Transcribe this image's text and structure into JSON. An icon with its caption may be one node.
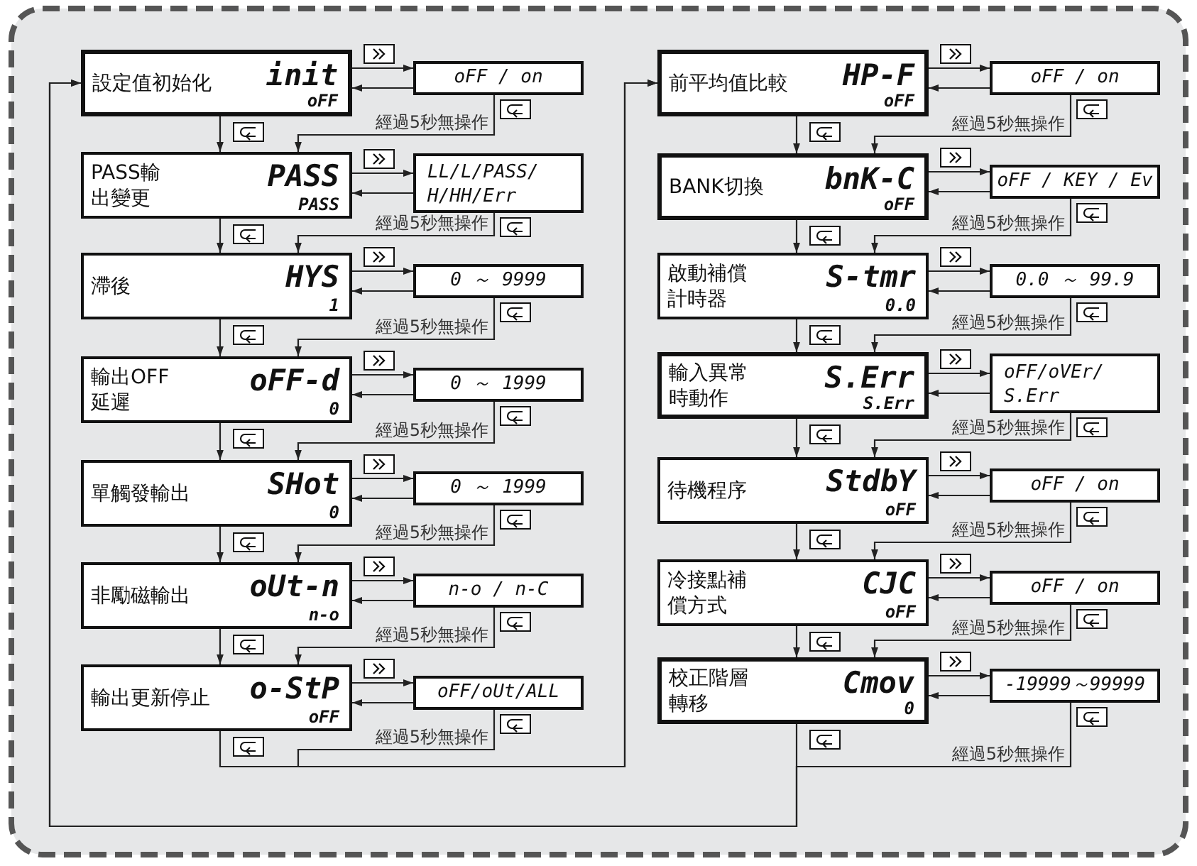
{
  "diagram": {
    "nodes": [
      {
        "text": [
          "設定值初始化",
          "init",
          "oFF"
        ]
      },
      {
        "text": [
          "oFF / on"
        ]
      },
      {
        "text": [
          "PASS輸出變更",
          "PASS",
          "PASS"
        ]
      },
      {
        "text": [
          "LL/L/PASS/H/HH/Err"
        ]
      },
      {
        "text": [
          "滯後",
          "HYS",
          "1"
        ]
      },
      {
        "text": [
          "0 ～ 9999"
        ]
      },
      {
        "text": [
          "輸出OFF延遲",
          "oFF-d",
          "0"
        ]
      },
      {
        "text": [
          "0 ～ 1999"
        ]
      },
      {
        "text": [
          "單觸發輸出",
          "SHot",
          "0"
        ]
      },
      {
        "text": [
          "0 ～ 1999"
        ]
      },
      {
        "text": [
          "非勵磁輸出",
          "oUt-n",
          "n-o"
        ]
      },
      {
        "text": [
          "n-o / n-C"
        ]
      },
      {
        "text": [
          "輸出更新停止",
          "o-StP",
          "oFF"
        ]
      },
      {
        "text": [
          "oFF/oUt/ALL"
        ]
      },
      {
        "text": [
          "前平均值比較",
          "HP-F",
          "oFF"
        ]
      },
      {
        "text": [
          "oFF / on"
        ]
      },
      {
        "text": [
          "BANK切換",
          "bnK-C",
          "oFF"
        ]
      },
      {
        "text": [
          "oFF / KEY / Ev"
        ]
      },
      {
        "text": [
          "啟動補償計時器",
          "S-tmr",
          "0.0"
        ]
      },
      {
        "text": [
          "0.0 ～ 99.9"
        ]
      },
      {
        "text": [
          "輸入異常時動作",
          "S.Err",
          "S.Err"
        ]
      },
      {
        "text": [
          "oFF/oVEr/S.Err"
        ]
      },
      {
        "text": [
          "待機程序",
          "StdbY",
          "oFF"
        ]
      },
      {
        "text": [
          "oFF / on"
        ]
      },
      {
        "text": [
          "冷接點補償方式",
          "CJC",
          "oFF"
        ]
      },
      {
        "text": [
          "oFF / on"
        ]
      },
      {
        "text": [
          "校正階層轉移",
          "Cmov",
          "0"
        ]
      },
      {
        "text": [
          "-19999～99999"
        ]
      }
    ],
    "edges": [
      {
        "from": 0,
        "to": 1,
        "arrow": "to"
      },
      {
        "from": 1,
        "to": 0,
        "arrow": "to"
      },
      {
        "from": 0,
        "to": 2,
        "arrow": "to"
      },
      {
        "from": 1,
        "to": 2,
        "arrow": "to",
        "label": "經過5秒無操作"
      },
      {
        "from": 2,
        "to": 3,
        "arrow": "to"
      },
      {
        "from": 3,
        "to": 2,
        "arrow": "to"
      },
      {
        "from": 2,
        "to": 4,
        "arrow": "to"
      },
      {
        "from": 3,
        "to": 4,
        "arrow": "to",
        "label": "經過5秒無操作"
      },
      {
        "from": 4,
        "to": 5,
        "arrow": "to"
      },
      {
        "from": 5,
        "to": 4,
        "arrow": "to"
      },
      {
        "from": 4,
        "to": 6,
        "arrow": "to"
      },
      {
        "from": 5,
        "to": 6,
        "arrow": "to",
        "label": "經過5秒無操作"
      },
      {
        "from": 6,
        "to": 7,
        "arrow": "to"
      },
      {
        "from": 7,
        "to": 6,
        "arrow": "to"
      },
      {
        "from": 6,
        "to": 8,
        "arrow": "to"
      },
      {
        "from": 7,
        "to": 8,
        "arrow": "to",
        "label": "經過5秒無操作"
      },
      {
        "from": 8,
        "to": 9,
        "arrow": "to"
      },
      {
        "from": 9,
        "to": 8,
        "arrow": "to"
      },
      {
        "from": 8,
        "to": 10,
        "arrow": "to"
      },
      {
        "from": 9,
        "to": 10,
        "arrow": "to",
        "label": "經過5秒無操作"
      },
      {
        "from": 10,
        "to": 11,
        "arrow": "to"
      },
      {
        "from": 11,
        "to": 10,
        "arrow": "to"
      },
      {
        "from": 10,
        "to": 12,
        "arrow": "to"
      },
      {
        "from": 11,
        "to": 12,
        "arrow": "to",
        "label": "經過5秒無操作"
      },
      {
        "from": 12,
        "to": 13,
        "arrow": "to"
      },
      {
        "from": 13,
        "to": 12,
        "arrow": "to"
      },
      {
        "from": 12,
        "to": 14,
        "arrow": "to"
      },
      {
        "from": 13,
        "to": 14,
        "arrow": "to",
        "label": "經過5秒無操作"
      },
      {
        "from": 14,
        "to": 15,
        "arrow": "to"
      },
      {
        "from": 15,
        "to": 14,
        "arrow": "to"
      },
      {
        "from": 14,
        "to": 16,
        "arrow": "to"
      },
      {
        "from": 15,
        "to": 16,
        "arrow": "to",
        "label": "經過5秒無操作"
      },
      {
        "from": 16,
        "to": 17,
        "arrow": "to"
      },
      {
        "from": 17,
        "to": 16,
        "arrow": "to"
      },
      {
        "from": 16,
        "to": 18,
        "arrow": "to"
      },
      {
        "from": 17,
        "to": 18,
        "arrow": "to",
        "label": "經過5秒無操作"
      },
      {
        "from": 18,
        "to": 19,
        "arrow": "to"
      },
      {
        "from": 19,
        "to": 18,
        "arrow": "to"
      },
      {
        "from": 18,
        "to": 20,
        "arrow": "to"
      },
      {
        "from": 19,
        "to": 20,
        "arrow": "to",
        "label": "經過5秒無操作"
      },
      {
        "from": 20,
        "to": 21,
        "arrow": "to"
      },
      {
        "from": 21,
        "to": 20,
        "arrow": "to"
      },
      {
        "from": 20,
        "to": 22,
        "arrow": "to"
      },
      {
        "from": 21,
        "to": 22,
        "arrow": "to",
        "label": "經過5秒無操作"
      },
      {
        "from": 22,
        "to": 23,
        "arrow": "to"
      },
      {
        "from": 23,
        "to": 22,
        "arrow": "to"
      },
      {
        "from": 22,
        "to": 24,
        "arrow": "to"
      },
      {
        "from": 23,
        "to": 24,
        "arrow": "to",
        "label": "經過5秒無操作"
      },
      {
        "from": 24,
        "to": 25,
        "arrow": "to"
      },
      {
        "from": 25,
        "to": 24,
        "arrow": "to"
      },
      {
        "from": 24,
        "to": 26,
        "arrow": "to"
      },
      {
        "from": 25,
        "to": 26,
        "arrow": "to",
        "label": "經過5秒無操作"
      },
      {
        "from": 26,
        "to": 27,
        "arrow": "to"
      },
      {
        "from": 27,
        "to": 26,
        "arrow": "to"
      },
      {
        "from": 26,
        "to": 0,
        "arrow": "to"
      },
      {
        "from": 27,
        "to": 0,
        "arrow": "to",
        "label": "經過5秒無操作"
      }
    ]
  }
}
